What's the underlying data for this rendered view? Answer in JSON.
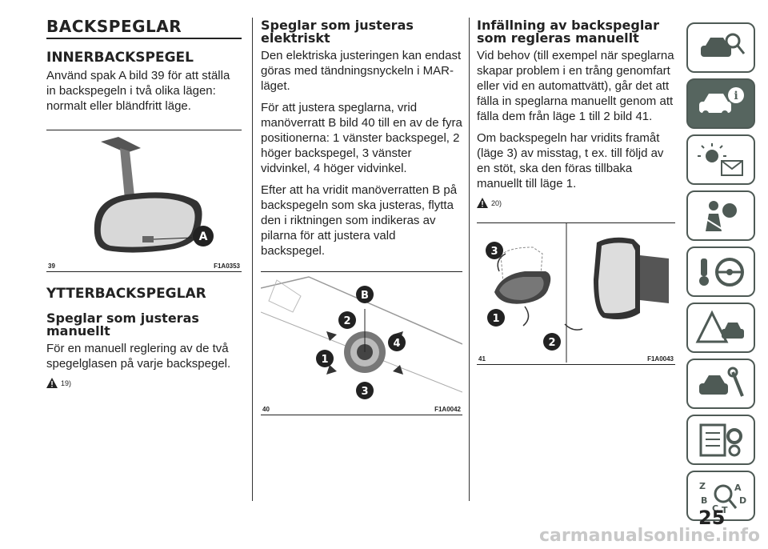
{
  "col1": {
    "title": "BACKSPEGLAR",
    "sub1": "INNERBACKSPEGEL",
    "p1": "Använd spak A bild 39 för att ställa in backspegeln i två olika lägen: normalt eller bländfritt läge.",
    "fig_num": "39",
    "fig_code": "F1A0353",
    "fig_callout": "A",
    "sub2": "YTTERBACKSPEGLAR",
    "h_manual": "Speglar som justeras manuellt",
    "p2": "För en manuell reglering av de två spegelglasen på varje backspegel.",
    "warn_ref": "19)"
  },
  "col2": {
    "heading": "Speglar som justeras elektriskt",
    "p1": "Den elektriska justeringen kan endast göras med tändningsnyckeln i MAR-läget.",
    "p2": "För att justera speglarna, vrid manöverratt B bild 40 till en av de fyra positionerna: 1 vänster backspegel, 2 höger backspegel, 3 vänster vidvinkel, 4 höger vidvinkel.",
    "p3": "Efter att ha vridit manöverratten B på backspegeln som ska justeras, flytta den i riktningen som indikeras av pilarna för att justera vald backspegel.",
    "fig_num": "40",
    "fig_code": "F1A0042",
    "callouts": [
      "B",
      "2",
      "4",
      "1",
      "3"
    ]
  },
  "col3": {
    "heading": "Infällning av backspeglar som regleras manuellt",
    "p1": "Vid behov (till exempel när speglarna skapar problem i en trång genomfart eller vid en automattvätt), går det att fälla in speglarna manuellt genom att fälla dem från läge 1 till 2 bild 41.",
    "p2": "Om backspegeln har vridits framåt (läge 3) av misstag, t ex. till följd av en stöt, ska den föras tillbaka manuellt till läge 1.",
    "warn_ref": "20)",
    "fig_num": "41",
    "fig_code": "F1A0043",
    "callouts": [
      "3",
      "1",
      "2"
    ]
  },
  "sidebar": {
    "tabs": [
      {
        "icon": "car-search-icon",
        "active": false
      },
      {
        "icon": "car-info-icon",
        "active": true
      },
      {
        "icon": "warning-light-envelope-icon",
        "active": false
      },
      {
        "icon": "airbag-passenger-icon",
        "active": false
      },
      {
        "icon": "key-steering-wheel-icon",
        "active": false
      },
      {
        "icon": "warning-triangle-car-icon",
        "active": false
      },
      {
        "icon": "car-wrench-icon",
        "active": false
      },
      {
        "icon": "spec-list-gear-icon",
        "active": false
      },
      {
        "icon": "alphabet-index-icon",
        "active": false
      }
    ],
    "index_letters": [
      "Z",
      "A",
      "B",
      "C",
      "T",
      "D"
    ]
  },
  "page_number": "25",
  "watermark": "carmanualsonline.info",
  "colors": {
    "tab_border": "#4e5a55",
    "tab_active": "#56655f",
    "callout": "#222222"
  }
}
